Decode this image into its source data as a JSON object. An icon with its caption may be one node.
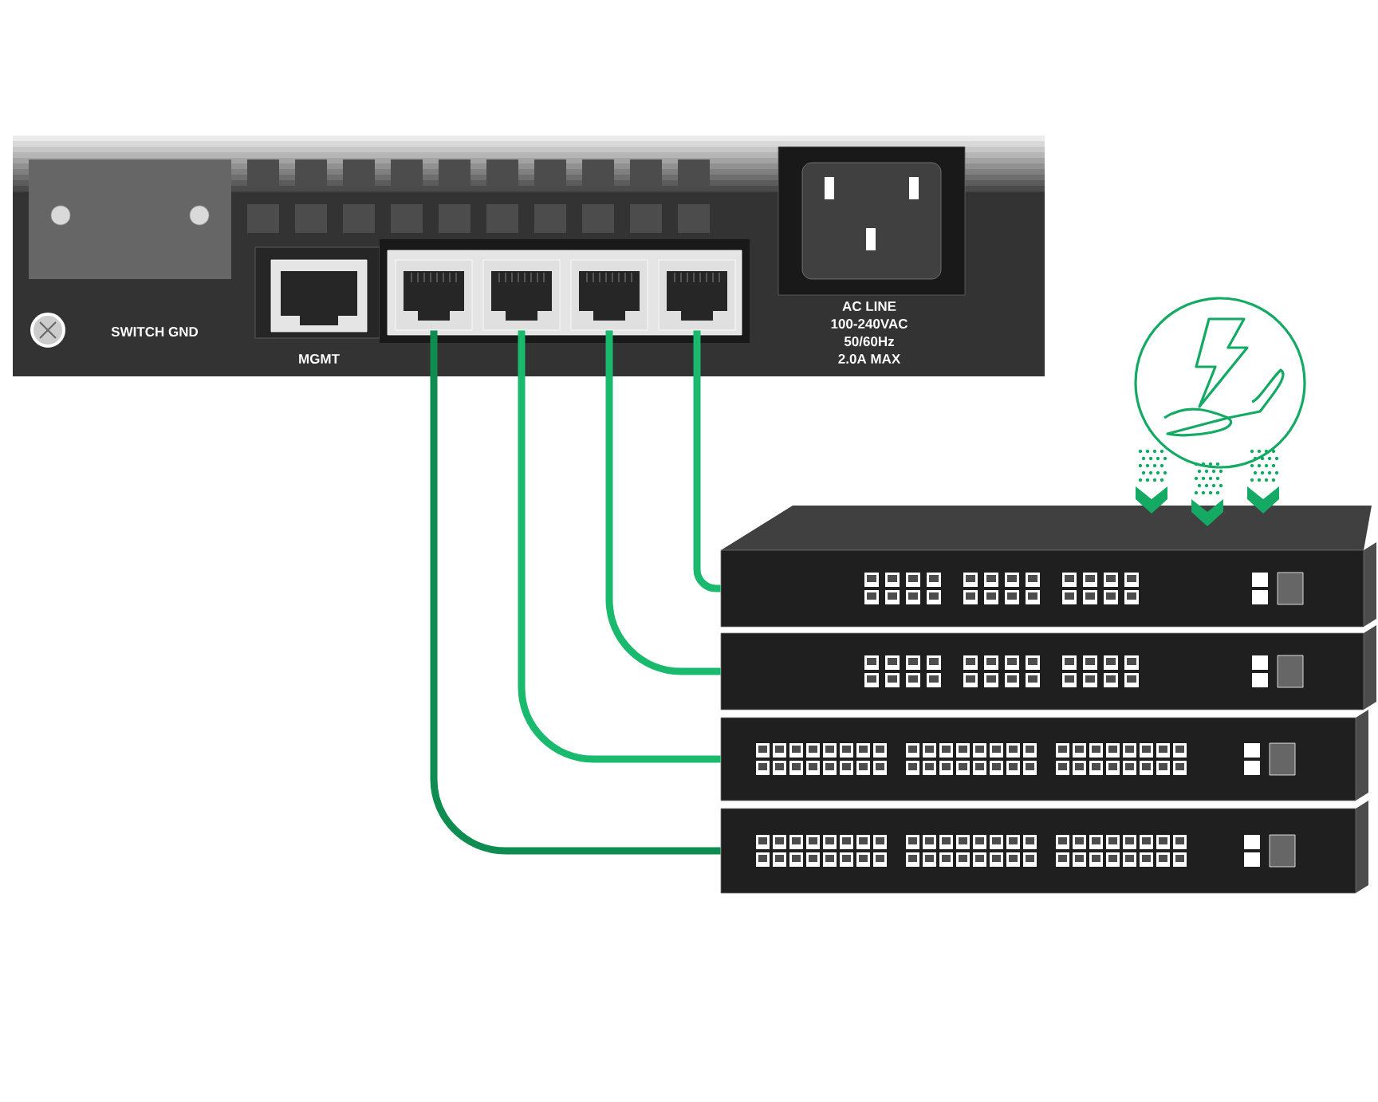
{
  "diagram": {
    "nodes": [
      {
        "text": [],
        "shape": "box"
      },
      {
        "text": [],
        "shape": "box"
      },
      {
        "text": [],
        "shape": "box"
      },
      {
        "text": [],
        "shape": "box"
      },
      {
        "text": [],
        "shape": "picture"
      },
      {
        "text": [],
        "shape": "picture"
      },
      {
        "text": [],
        "shape": "picture"
      },
      {
        "text": [],
        "shape": "picture"
      }
    ],
    "edges": [
      {
        "from": 0,
        "to": 7,
        "arrow": "none"
      },
      {
        "from": 1,
        "to": 6,
        "arrow": "none"
      },
      {
        "from": 2,
        "to": 5,
        "arrow": "none"
      },
      {
        "from": 3,
        "to": 4,
        "arrow": "none"
      }
    ],
    "labels": [
      "SWITCH GND",
      "MGMT",
      "AC LINE",
      "100-240VAC",
      "50/60Hz",
      "2.0A MAX"
    ]
  }
}
